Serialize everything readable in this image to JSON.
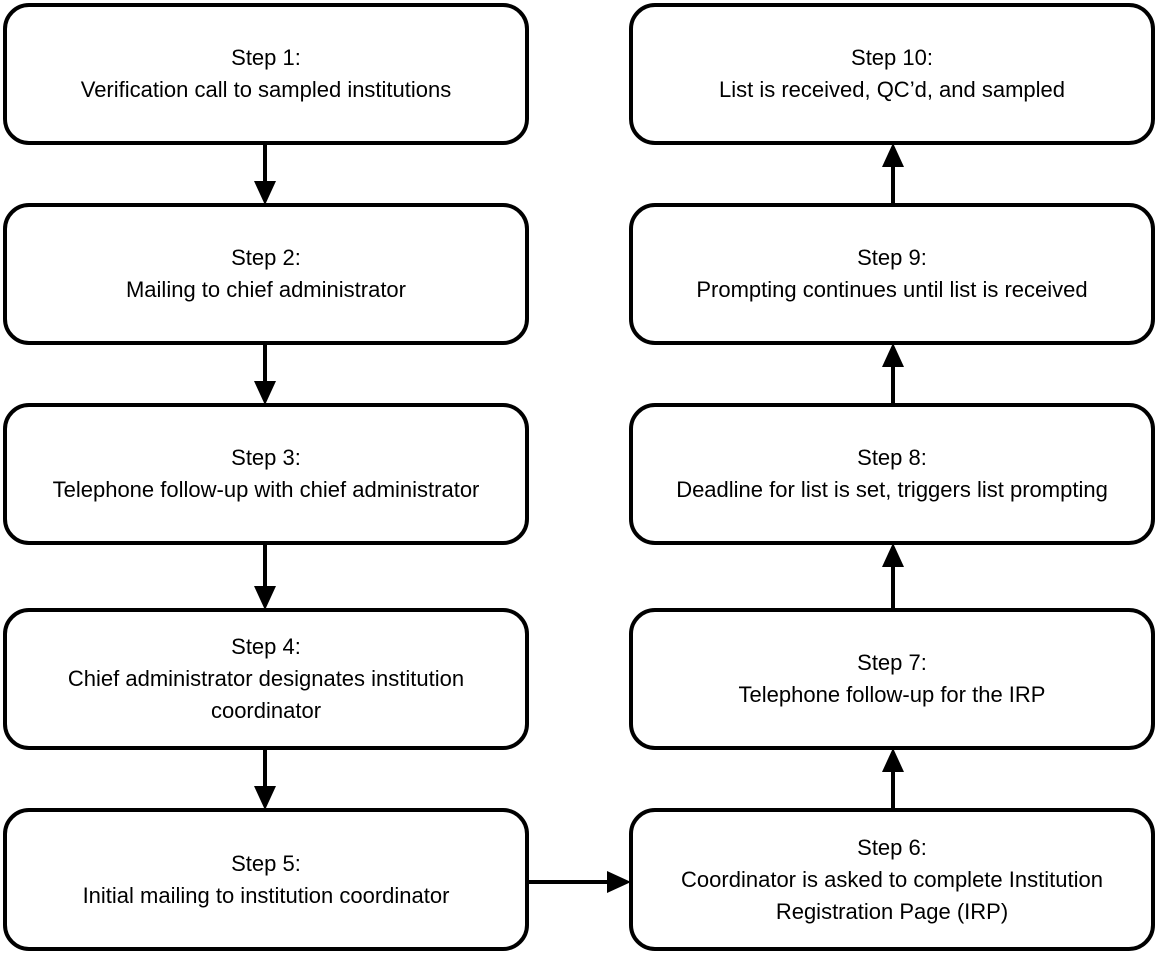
{
  "diagram": {
    "title": "Institution recruitment and list collection flowchart",
    "type": "flowchart",
    "columns": 2,
    "stroke_color": "#000000",
    "fill_color": "#ffffff",
    "text_color": "#000000"
  },
  "nodes": [
    {
      "id": "step1",
      "label": "Step 1:\nVerification call to sampled institutions",
      "heading": "Step 1:",
      "body": "Verification call to sampled institutions",
      "column": "left",
      "row": 1
    },
    {
      "id": "step2",
      "label": "Step 2:\nMailing to chief administrator",
      "heading": "Step 2:",
      "body": "Mailing to chief administrator",
      "column": "left",
      "row": 2
    },
    {
      "id": "step3",
      "label": "Step 3:\nTelephone follow-up with chief administrator",
      "heading": "Step 3:",
      "body": "Telephone follow-up with chief administrator",
      "column": "left",
      "row": 3
    },
    {
      "id": "step4",
      "label": "Step 4:\nChief administrator designates institution coordinator",
      "heading": "Step 4:",
      "body": "Chief administrator designates institution coordinator",
      "column": "left",
      "row": 4
    },
    {
      "id": "step5",
      "label": "Step 5:\nInitial mailing to institution coordinator",
      "heading": "Step 5:",
      "body": "Initial mailing to institution coordinator",
      "column": "left",
      "row": 5
    },
    {
      "id": "step6",
      "label": "Step 6:\nCoordinator is asked to complete Institution Registration Page (IRP)",
      "heading": "Step 6:",
      "body": "Coordinator is asked to complete Institution Registration Page (IRP)",
      "column": "right",
      "row": 5
    },
    {
      "id": "step7",
      "label": "Step 7:\nTelephone follow-up for the IRP",
      "heading": "Step 7:",
      "body": "Telephone follow-up for the IRP",
      "column": "right",
      "row": 4
    },
    {
      "id": "step8",
      "label": "Step 8:\nDeadline for list is set, triggers list prompting",
      "heading": "Step 8:",
      "body": "Deadline for list is set, triggers list prompting",
      "column": "right",
      "row": 3
    },
    {
      "id": "step9",
      "label": "Step 9:\nPrompting continues until list is received",
      "heading": "Step 9:",
      "body": "Prompting continues until list is received",
      "column": "right",
      "row": 2
    },
    {
      "id": "step10",
      "label": "Step 10:\nList is received, QC’d, and sampled",
      "heading": "Step 10:",
      "body": "List is received, QC’d, and sampled",
      "column": "right",
      "row": 1
    }
  ],
  "edges": [
    {
      "id": "e1",
      "from": "step1",
      "to": "step2",
      "direction": "down"
    },
    {
      "id": "e2",
      "from": "step2",
      "to": "step3",
      "direction": "down"
    },
    {
      "id": "e3",
      "from": "step3",
      "to": "step4",
      "direction": "down"
    },
    {
      "id": "e4",
      "from": "step4",
      "to": "step5",
      "direction": "down"
    },
    {
      "id": "e5",
      "from": "step5",
      "to": "step6",
      "direction": "right"
    },
    {
      "id": "e6",
      "from": "step6",
      "to": "step7",
      "direction": "up"
    },
    {
      "id": "e7",
      "from": "step7",
      "to": "step8",
      "direction": "up"
    },
    {
      "id": "e8",
      "from": "step8",
      "to": "step9",
      "direction": "up"
    },
    {
      "id": "e9",
      "from": "step9",
      "to": "step10",
      "direction": "up"
    }
  ]
}
